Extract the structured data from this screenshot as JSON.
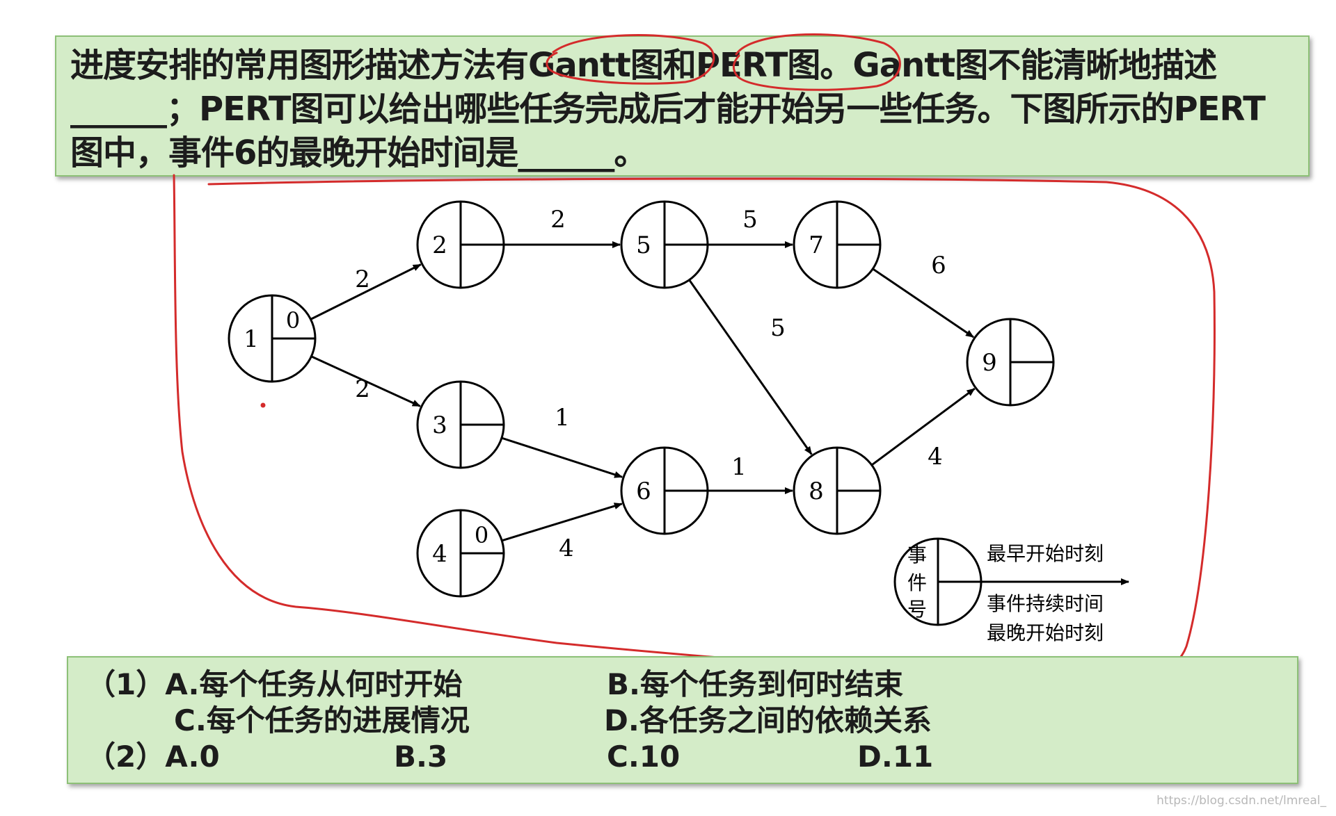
{
  "question": {
    "text": "进度安排的常用图形描述方法有Gantt图和PERT图。Gantt图不能清晰地描述______；PERT图可以给出哪些任务完成后才能开始另一些任务。下图所示的PERT图中，事件6的最晚开始时间是______。"
  },
  "colors": {
    "box_fill": "#d4ecc8",
    "box_border": "#8dc077",
    "annotation": "#d42b2b"
  },
  "diagram": {
    "nodes": [
      {
        "id": "1",
        "label": "1",
        "top_value": "0"
      },
      {
        "id": "2",
        "label": "2",
        "top_value": ""
      },
      {
        "id": "3",
        "label": "3",
        "top_value": ""
      },
      {
        "id": "4",
        "label": "4",
        "top_value": "0"
      },
      {
        "id": "5",
        "label": "5",
        "top_value": ""
      },
      {
        "id": "6",
        "label": "6",
        "top_value": ""
      },
      {
        "id": "7",
        "label": "7",
        "top_value": ""
      },
      {
        "id": "8",
        "label": "8",
        "top_value": ""
      },
      {
        "id": "9",
        "label": "9",
        "top_value": ""
      }
    ],
    "edges": [
      {
        "from": "1",
        "to": "2",
        "label": "2"
      },
      {
        "from": "1",
        "to": "3",
        "label": "2"
      },
      {
        "from": "2",
        "to": "5",
        "label": "2"
      },
      {
        "from": "3",
        "to": "6",
        "label": "1"
      },
      {
        "from": "4",
        "to": "6",
        "label": "4"
      },
      {
        "from": "5",
        "to": "7",
        "label": "5"
      },
      {
        "from": "5",
        "to": "8",
        "label": "5"
      },
      {
        "from": "6",
        "to": "8",
        "label": "1"
      },
      {
        "from": "7",
        "to": "9",
        "label": "6"
      },
      {
        "from": "8",
        "to": "9",
        "label": "4"
      }
    ],
    "legend": {
      "node_chars": [
        "事",
        "件",
        "号"
      ],
      "earliest": "最早开始时刻",
      "duration": "事件持续时间",
      "latest": "最晚开始时刻"
    }
  },
  "options": {
    "q1_label": "（1）A.每个任务从何时开始",
    "q1_b": "B.每个任务到何时结束",
    "q1_c": "C.每个任务的进展情况",
    "q1_d": "D.各任务之间的依赖关系",
    "q2_label": "（2）A.0",
    "q2_b": "B.3",
    "q2_c": "C.10",
    "q2_d": "D.11"
  },
  "watermark": "https://blog.csdn.net/lmreal_"
}
